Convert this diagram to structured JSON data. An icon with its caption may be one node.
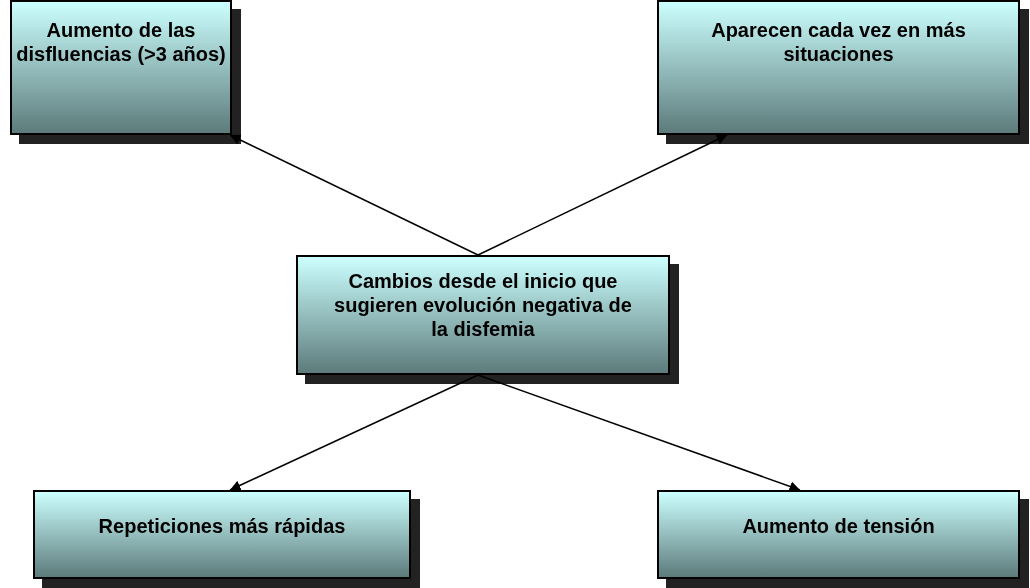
{
  "diagram": {
    "nodes": [
      {
        "text": [
          "Aumento de las disfluencias (>3 años)"
        ]
      },
      {
        "text": [
          "Aparecen cada vez en más situaciones"
        ]
      },
      {
        "text": [
          "Cambios desde el inicio que sugieren evolución negativa de la disfemia"
        ]
      },
      {
        "text": [
          "Repeticiones más rápidas"
        ]
      },
      {
        "text": [
          "Aumento de tensión"
        ]
      }
    ],
    "edges": [
      {
        "from": 2,
        "to": 0,
        "arrow": "to"
      },
      {
        "from": 2,
        "to": 1,
        "arrow": "to"
      },
      {
        "from": 2,
        "to": 3,
        "arrow": "to"
      },
      {
        "from": 2,
        "to": 4,
        "arrow": "to"
      }
    ]
  }
}
